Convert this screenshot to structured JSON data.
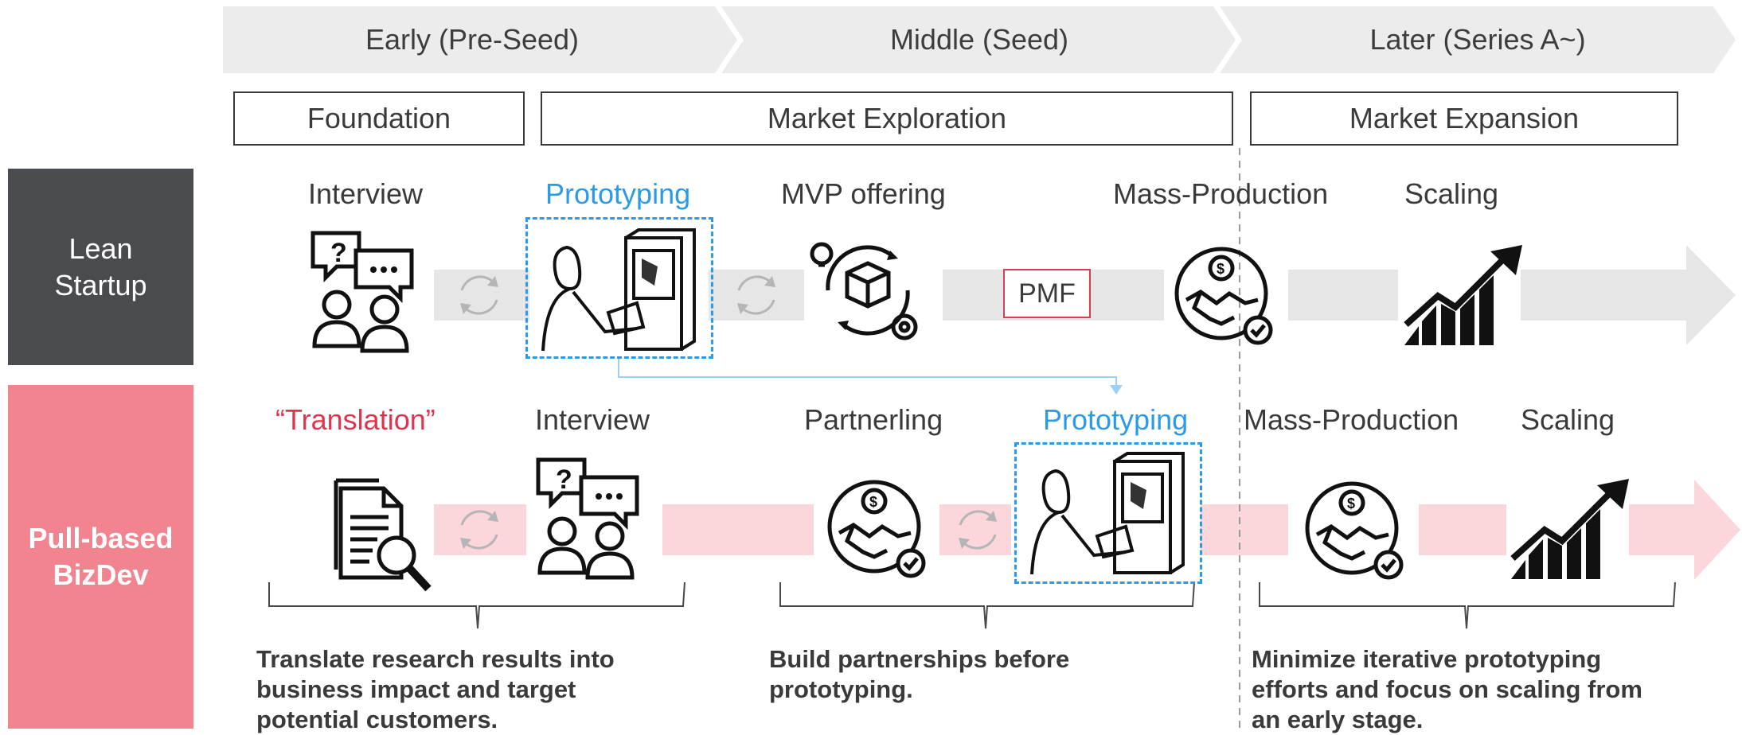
{
  "stages": [
    {
      "label": "Early (Pre-Seed)"
    },
    {
      "label": "Middle (Seed)"
    },
    {
      "label": "Later (Series A~)"
    }
  ],
  "phases": {
    "foundation": "Foundation",
    "exploration": "Market Exploration",
    "expansion": "Market Expansion"
  },
  "rows": {
    "lean": {
      "label_line1": "Lean",
      "label_line2": "Startup",
      "color": "#4a4b4f",
      "steps": {
        "interview": "Interview",
        "prototyping": "Prototyping",
        "mvp": "MVP offering",
        "mass": "Mass-Production",
        "scaling": "Scaling"
      },
      "pmf": "PMF"
    },
    "pull": {
      "label_line1": "Pull-based",
      "label_line2": "BizDev",
      "color": "#f1848f",
      "steps": {
        "translation": "“Translation”",
        "interview": "Interview",
        "partnering": "Partnerling",
        "prototyping": "Prototyping",
        "mass": "Mass-Production",
        "scaling": "Scaling"
      }
    }
  },
  "summaries": {
    "early": [
      "Translate research results into",
      "business impact and target",
      "potential customers."
    ],
    "middle": [
      "Build partnerships before",
      "prototyping."
    ],
    "later": [
      "Minimize iterative prototyping",
      "efforts and focus on scaling from",
      "an early stage."
    ]
  },
  "colors": {
    "accent_blue": "#2b9be8",
    "accent_red": "#e0344d",
    "pmf_border": "#d8404f",
    "stage_band": "#ececec",
    "lean_band": "#e6e6e6",
    "pull_band": "#fbd6da"
  }
}
